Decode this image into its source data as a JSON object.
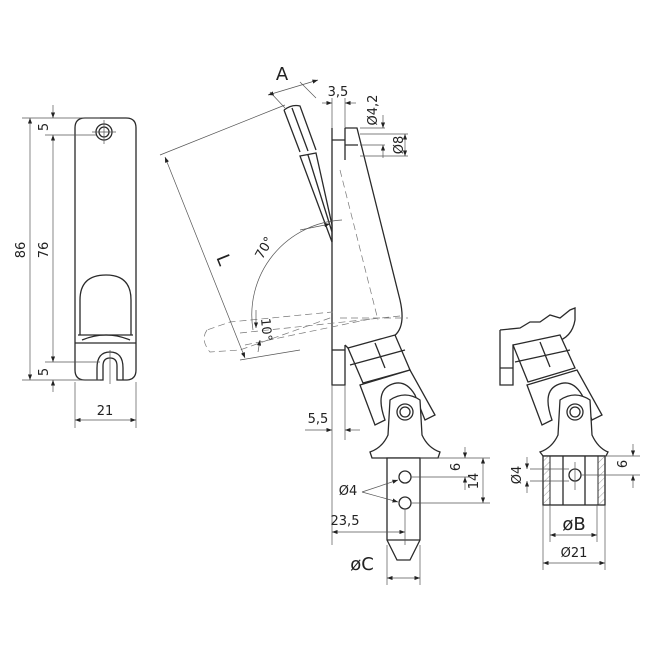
{
  "drawing": {
    "left_view": {
      "overall_height": "86",
      "inner_height": "76",
      "top_offset": "5",
      "bottom_offset": "5",
      "width": "21"
    },
    "side_view": {
      "handle_width": "A",
      "handle_length": "L",
      "angle_open": "70°",
      "angle_closed": "10°",
      "plate_thickness": "3,5",
      "hole_small": "Ø4,2",
      "hole_large": "Ø8",
      "offset": "5,5",
      "hole_diameter": "Ø4",
      "hole_distance": "23,5",
      "hole_spacing": "6",
      "hole_span": "14",
      "pin_diameter": "øC"
    },
    "sleeve_view": {
      "hole_diameter": "Ø4",
      "hole_offset": "6",
      "inner_diameter": "øB",
      "outer_diameter": "Ø21"
    }
  }
}
